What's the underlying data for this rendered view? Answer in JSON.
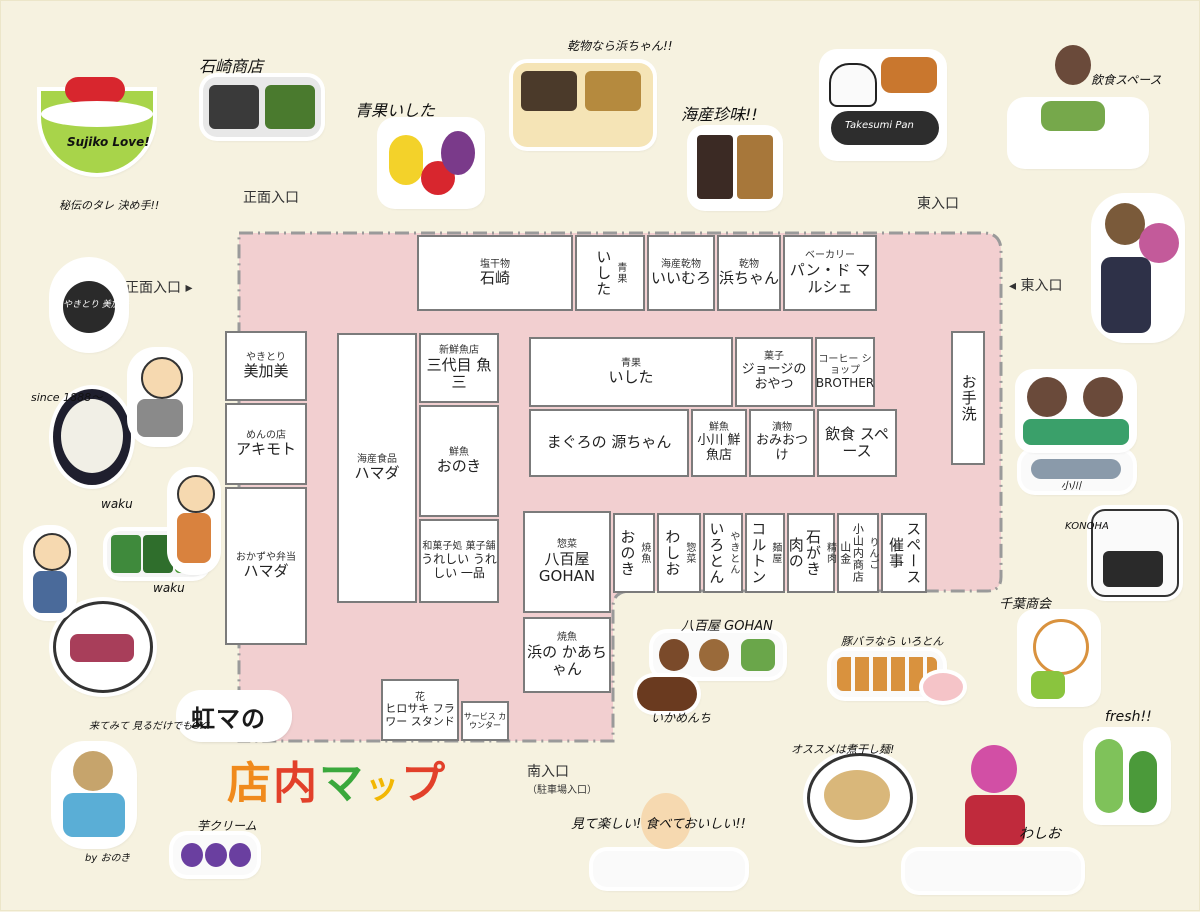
{
  "title": {
    "brand": "虹マの",
    "main": [
      "店",
      "内",
      "マ",
      "ッ",
      "プ"
    ]
  },
  "colors": {
    "floor": "#f2cfd0",
    "wall": "#7b7b7b",
    "title_orange": "#f08a1c",
    "title_red": "#e2402a",
    "title_green": "#3aa83c",
    "title_yellow": "#f2b705",
    "background": "#f6f2e0"
  },
  "entrances": {
    "front_top": "正面入口",
    "front_left": "正面入口 ▸",
    "east_top": "東入口",
    "east_right": "◂ 東入口",
    "south": "南入口",
    "south_sub": "（駐車場入口）"
  },
  "shops": {
    "shiohoshi_ishizaki": {
      "cat": "塩干物",
      "name": "石崎"
    },
    "seika_ishita_v": {
      "cat": "青果",
      "name": "いした"
    },
    "kaisan_iimuro": {
      "cat": "海産乾物",
      "name": "いいむろ"
    },
    "kanbutsu_hamachan": {
      "cat": "乾物",
      "name": "浜ちゃん"
    },
    "bakery_pan": {
      "cat": "ベーカリー",
      "name": "パン・ド マルシェ"
    },
    "otearai": {
      "cat": "",
      "name": "お手洗"
    },
    "yakitori_mikami": {
      "cat": "やきとり",
      "name": "美加美"
    },
    "men_akimoto": {
      "cat": "めんの店",
      "name": "アキモト"
    },
    "okazu_hamada": {
      "cat": "おかずや弁当",
      "name": "ハマダ"
    },
    "kaisan_hamada": {
      "cat": "海産食品",
      "name": "ハマダ"
    },
    "sandaime_uozo": {
      "cat": "新鮮魚店",
      "name": "三代目 魚 三"
    },
    "sengyo_onoki": {
      "cat": "鮮魚",
      "name": "おのき"
    },
    "wagashi_ureshii": {
      "cat": "和菓子処 菓子舗",
      "name": "うれしい うれしい 一品"
    },
    "seika_ishita": {
      "cat": "青果",
      "name": "いした"
    },
    "kashi_george": {
      "cat": "菓子",
      "name": "ジョージの おやつ"
    },
    "coffee_brother": {
      "cat": "コーヒー ショップ",
      "name": "BROTHER"
    },
    "maguro_genchan": {
      "cat": "",
      "name": "まぐろの 源ちゃん"
    },
    "sengyo_ogawa": {
      "cat": "鮮魚",
      "name": "小川 鮮魚店"
    },
    "tsukemono_omiotsuke": {
      "cat": "漬物",
      "name": "おみおつけ"
    },
    "inshoku_space": {
      "cat": "",
      "name": "飲食 スペース"
    },
    "sozai_yaoya": {
      "cat": "惣菜",
      "name": "八百屋 GOHAN"
    },
    "yakizakana_onoki": {
      "cat": "焼魚",
      "name": "おのき"
    },
    "sozai_washio": {
      "cat": "惣菜",
      "name": "わしお"
    },
    "yakiton_iroton": {
      "cat": "やきとん",
      "name": "いろとん"
    },
    "menya_koruton": {
      "cat": "麺屋",
      "name": "コルトン"
    },
    "seiniku_ishigaki": {
      "cat": "精肉",
      "name": "石がき 肉の"
    },
    "ringo_sankin": {
      "cat": "りんご",
      "name": "小山内商店 山金"
    },
    "saiji_space": {
      "cat": "",
      "name": "スペース 催事"
    },
    "yakizakana_hama": {
      "cat": "焼魚",
      "name": "浜の かあちゃん"
    },
    "hana_hirosaki": {
      "cat": "花",
      "name": "ヒロサキ フラワー スタンド"
    },
    "service_counter": {
      "cat": "",
      "name": "サービス カウンター"
    }
  },
  "illustrations": {
    "sujiko": "Sujiko Love!",
    "ishizaki": "石崎商店",
    "seika": "青果いした",
    "kanbutsu": "乾物なら浜ちゃん!!",
    "kaisan": "海産珍味!!",
    "bakery": "Takesumi Pan",
    "inshoku": "飲食スペース",
    "yakitori": "秘伝のタレ 決め手!!",
    "yakitori_badge": "やきとり 美加美",
    "since": "since 1888〜",
    "waku": "waku",
    "waku2": "waku",
    "konoha": "KONOHA",
    "sengyo": "小川",
    "senka": "千葉商会",
    "yaoya_gohan": "八百屋 GOHAN",
    "ikamenchi": "いかめんち",
    "butabara": "豚バラなら いろとん",
    "oshare": "来てみて 見るだけでもOK!",
    "by": "by おのき",
    "imo": "芋クリーム",
    "mite": "見て楽しい! 食べておいしい!!",
    "niboshi": "オススメは煮干し麺!",
    "washio": "わしお",
    "fresh": "fresh!!"
  }
}
